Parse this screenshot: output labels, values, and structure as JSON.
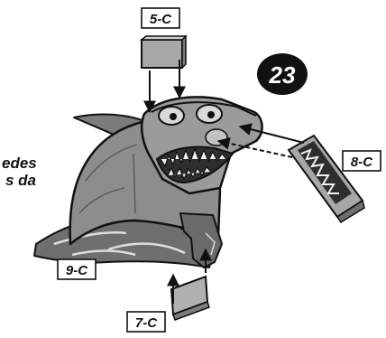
{
  "step": {
    "number": "23"
  },
  "parts": {
    "top_panel": "5-C",
    "fin_piece": "8-C",
    "base_piece": "9-C",
    "bottom_panel": "7-C"
  },
  "side_text": {
    "line1": "edes",
    "line2": "s da"
  },
  "colors": {
    "outline": "#111111",
    "body": "#8d8d8d",
    "body_dark": "#5e5e5e",
    "body_light": "#b4b4b4",
    "eye": "#d9d9d9",
    "teeth": "#f2f2f2"
  }
}
